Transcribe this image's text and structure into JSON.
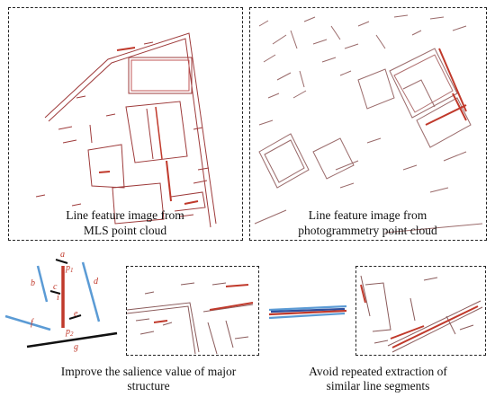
{
  "panels": {
    "mls": {
      "caption_line1": "Line feature image from",
      "caption_line2": "MLS point cloud"
    },
    "photo": {
      "caption_line1": "Line feature image from",
      "caption_line2": "photogrammetry point cloud"
    }
  },
  "bottom_left": {
    "caption_line1": "Improve the salience value of major",
    "caption_line2": "structure",
    "labels": {
      "a": "a",
      "b": "b",
      "c": "c",
      "d": "d",
      "e": "e",
      "f": "f",
      "g": "g",
      "i": "i",
      "p": "p",
      "sub1": "1",
      "sub2": "2"
    }
  },
  "bottom_right": {
    "caption_line1": "Avoid repeated extraction of",
    "caption_line2": "similar line segments"
  },
  "colors": {
    "red": "#c0392b",
    "blue": "#5b9bd5",
    "dark_blue": "#2e4f9e",
    "black": "#111111",
    "grey": "#7a7a7a"
  }
}
